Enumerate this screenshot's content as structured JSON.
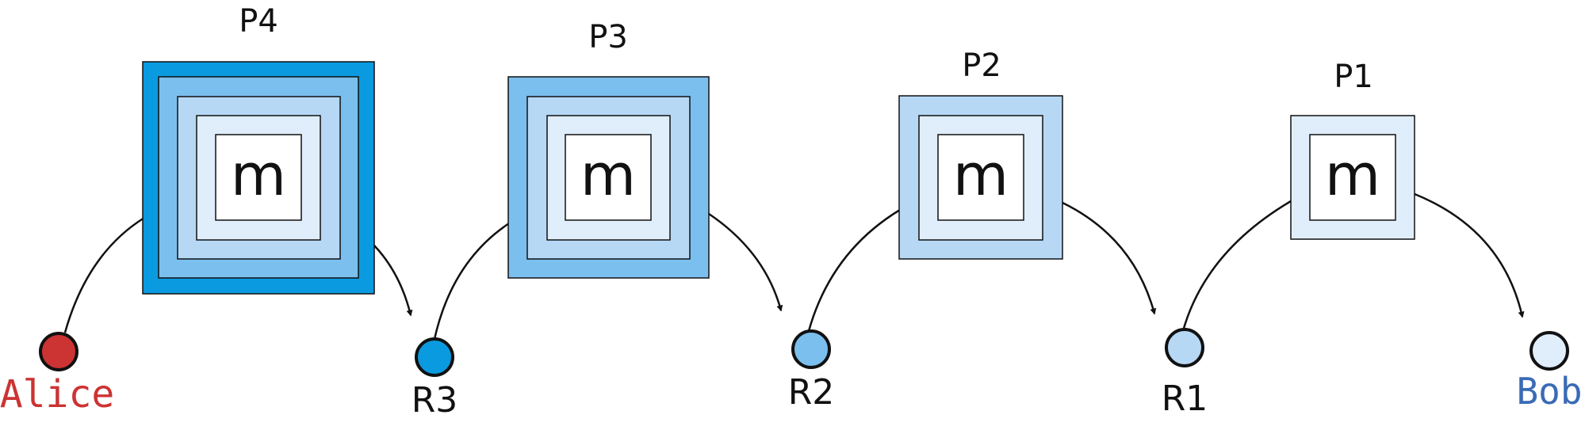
{
  "colors": {
    "alice": "#cc3333",
    "bob_label": "#3a6bb5",
    "layer4": "#0a9ae0",
    "layer3": "#7bbfee",
    "layer2": "#b6d8f5",
    "layer1": "#e0eefb",
    "core": "#ffffff",
    "stroke": "#111111"
  },
  "packets": [
    {
      "label": "P4",
      "layers": 4,
      "content": "m"
    },
    {
      "label": "P3",
      "layers": 3,
      "content": "m"
    },
    {
      "label": "P2",
      "layers": 2,
      "content": "m"
    },
    {
      "label": "P1",
      "layers": 1,
      "content": "m"
    }
  ],
  "nodes": [
    {
      "label": "Alice",
      "color_key": "alice",
      "label_color_key": "alice"
    },
    {
      "label": "R3",
      "color_key": "layer4",
      "label_color_key": "stroke"
    },
    {
      "label": "R2",
      "color_key": "layer3",
      "label_color_key": "stroke"
    },
    {
      "label": "R1",
      "color_key": "layer2",
      "label_color_key": "stroke"
    },
    {
      "label": "Bob",
      "color_key": "layer1",
      "label_color_key": "bob_label"
    }
  ]
}
